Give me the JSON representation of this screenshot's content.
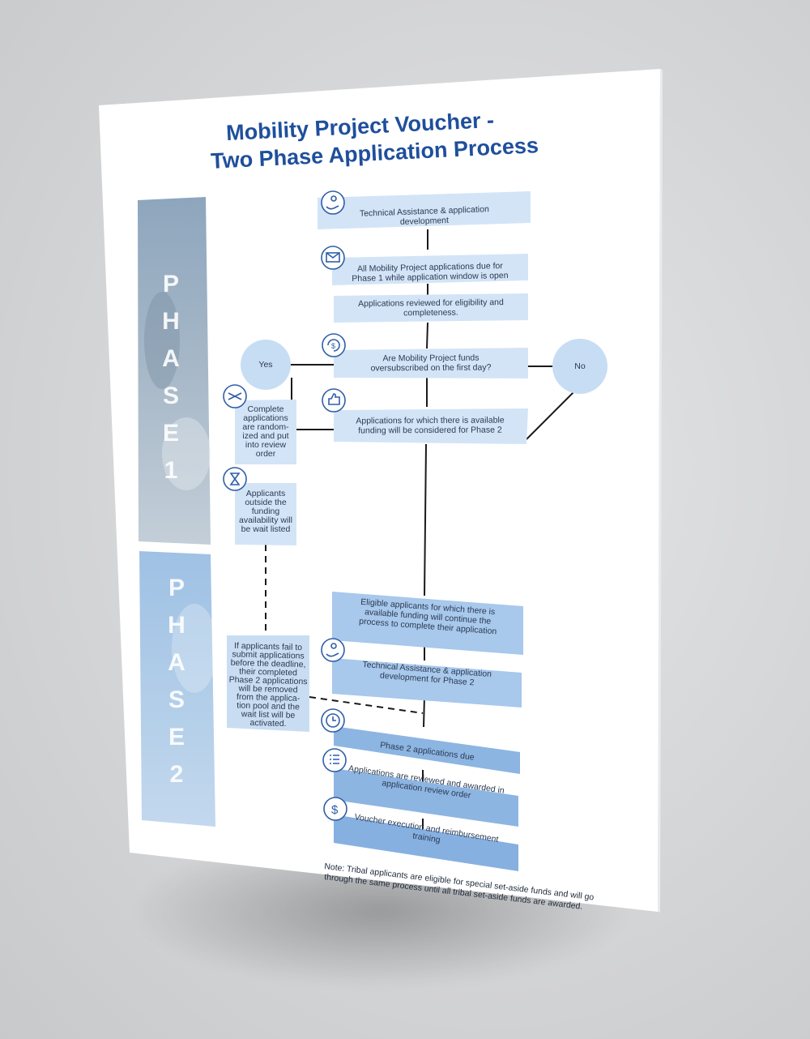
{
  "title": {
    "line1": "Mobility Project Voucher -",
    "line2": "Two Phase Application Process"
  },
  "phase1": {
    "letters": [
      "P",
      "H",
      "A",
      "S",
      "E",
      "1"
    ]
  },
  "phase2": {
    "letters": [
      "P",
      "H",
      "A",
      "S",
      "E",
      "2"
    ]
  },
  "steps": {
    "ta_dev": [
      "Technical Assistance & application",
      "development"
    ],
    "apps_due": [
      "All Mobility Project applications due for",
      "Phase 1 while application window is open"
    ],
    "reviewed": [
      "Applications reviewed for eligibility and",
      "completeness."
    ],
    "oversub": [
      "Are Mobility Project funds",
      "oversubscribed on the first day?"
    ],
    "yes": "Yes",
    "no": "No",
    "available": [
      "Applications for which there is available",
      "funding will be considered for Phase 2"
    ],
    "randomized": [
      "Complete",
      "applications",
      "are random-",
      "ized and put",
      "into review",
      "order"
    ],
    "waitlisted": [
      "Applicants",
      "outside the",
      "funding",
      "availability will",
      "be wait listed"
    ],
    "eligible": [
      "Eligible applicants for which there is",
      "available funding will continue the",
      "process to complete their application"
    ],
    "ta_dev2": [
      "Technical Assistance & application",
      "development for Phase 2"
    ],
    "fail": [
      "If applicants fail to",
      "submit applications",
      "before the deadline,",
      "their completed",
      "Phase 2 applications",
      "will be removed",
      "from the applica-",
      "tion pool and the",
      "wait list will be",
      "activated."
    ],
    "p2_due": [
      "Phase 2 applications due"
    ],
    "awarded": [
      "Applications are reviewed and awarded in",
      "application review order"
    ],
    "voucher": [
      "Voucher execution and reimbursement",
      "training"
    ]
  },
  "note": {
    "line1": "Note: Tribal applicants are eligible for special set-aside funds and will go",
    "line2": "through the same process until all tribal set-aside funds are awarded."
  },
  "colors": {
    "title": "#1f4f9c",
    "box_light": "#d3e4f7",
    "box_mid": "#a8c8ec",
    "box_dark": "#86b0e0",
    "circle": "#c7ddf4",
    "icon": "#2f5fa8"
  }
}
